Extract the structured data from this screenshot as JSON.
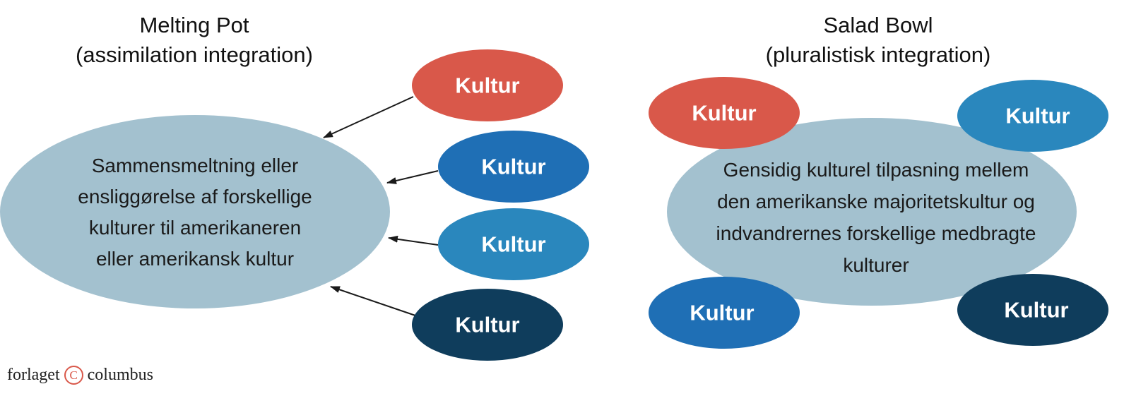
{
  "melting_pot": {
    "title_line1": "Melting Pot",
    "title_line2": "(assimilation integration)",
    "central_lines": [
      "Sammensmeltning eller",
      "ensliggørelse af forskellige",
      "kulturer til amerikaneren",
      "eller amerikansk kultur"
    ],
    "cultures": [
      {
        "label": "Kultur",
        "color": "#d9584a"
      },
      {
        "label": "Kultur",
        "color": "#1f6fb5"
      },
      {
        "label": "Kultur",
        "color": "#2a87bd"
      },
      {
        "label": "Kultur",
        "color": "#0f3d5c"
      }
    ]
  },
  "salad_bowl": {
    "title_line1": "Salad Bowl",
    "title_line2": "(pluralistisk integration)",
    "central_lines": [
      "Gensidig kulturel tilpasning mellem",
      "den amerikanske majoritetskultur og",
      "indvandrernes forskellige medbragte",
      "kulturer"
    ],
    "cultures": [
      {
        "label": "Kultur",
        "color": "#d9584a"
      },
      {
        "label": "Kultur",
        "color": "#2a87bd"
      },
      {
        "label": "Kultur",
        "color": "#1f6fb5"
      },
      {
        "label": "Kultur",
        "color": "#0f3d5c"
      }
    ]
  },
  "colors": {
    "central_ellipse": "#a3c1cf"
  },
  "logo": {
    "left": "forlaget",
    "mark": "C",
    "right": "columbus"
  }
}
